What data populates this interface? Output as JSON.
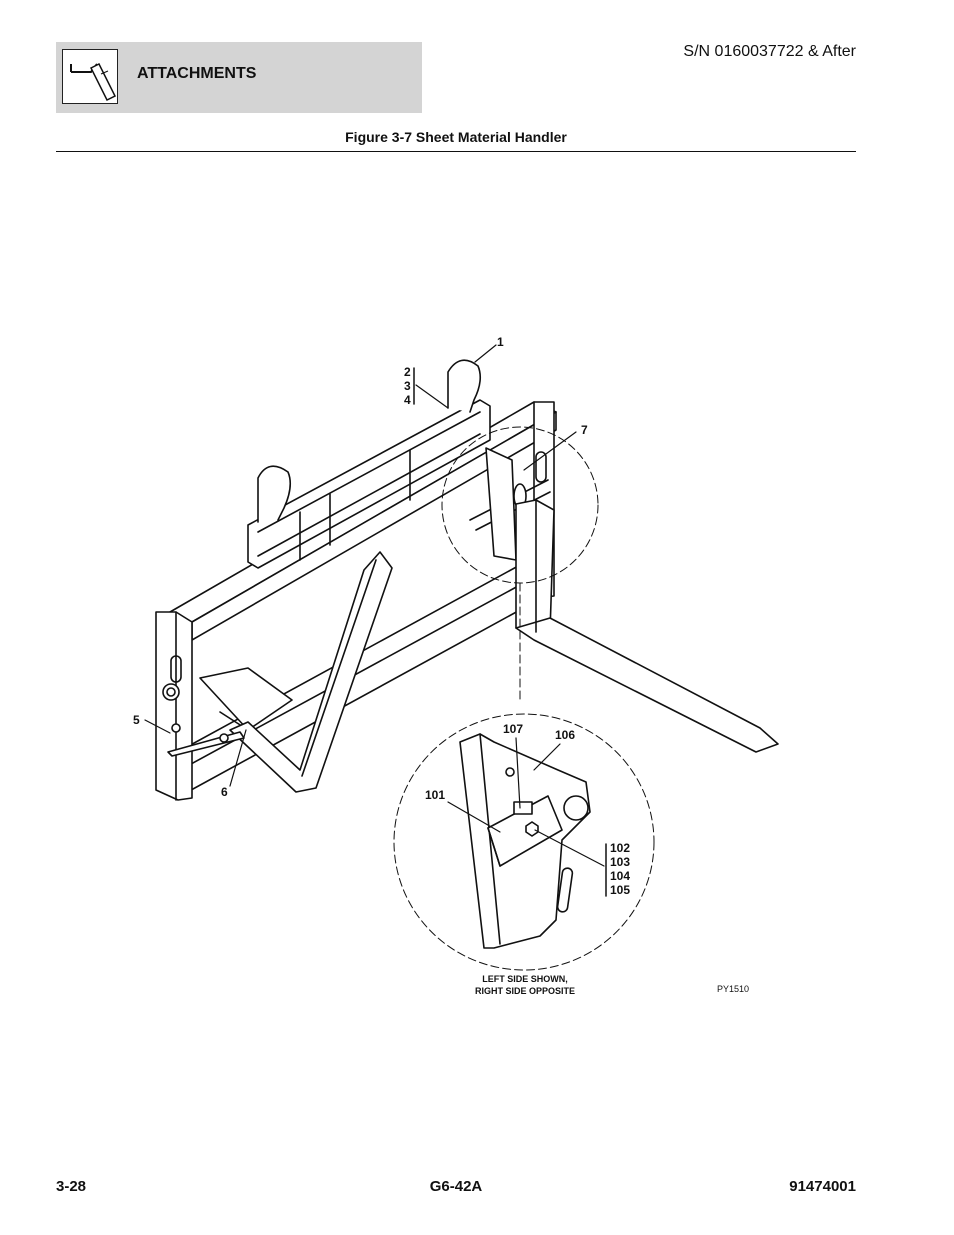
{
  "header": {
    "section_title": "ATTACHMENTS",
    "serial": "S/N 0160037722 & After",
    "icon": "attachment-hook-icon"
  },
  "figure": {
    "caption": "Figure 3-7 Sheet Material Handler",
    "callouts": {
      "c1": "1",
      "c2": "2",
      "c3": "3",
      "c4": "4",
      "c5": "5",
      "c6": "6",
      "c7": "7",
      "c101": "101",
      "c102": "102",
      "c103": "103",
      "c104": "104",
      "c105": "105",
      "c106": "106",
      "c107": "107"
    },
    "note_line1": "LEFT SIDE SHOWN,",
    "note_line2": "RIGHT SIDE OPPOSITE",
    "drawing_code": "PY1510"
  },
  "footer": {
    "page": "3-28",
    "model": "G6-42A",
    "part_number": "91474001"
  }
}
